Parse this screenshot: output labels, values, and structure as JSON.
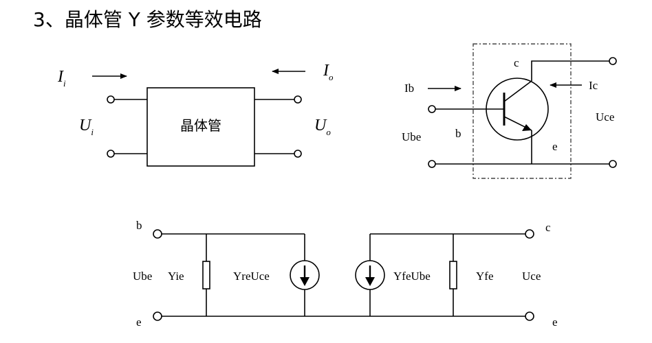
{
  "title": "3、晶体管 Y 参数等效电路",
  "block_diagram": {
    "box_label": "晶体管",
    "ii_main": "I",
    "ii_sub": "i",
    "io_main": "I",
    "io_sub": "o",
    "ui_main": "U",
    "ui_sub": "i",
    "uo_main": "U",
    "uo_sub": "o"
  },
  "transistor_diagram": {
    "ib_label": "Ib",
    "ic_label": "Ic",
    "ube_label": "Ube",
    "uce_label": "Uce",
    "b_label": "b",
    "c_label": "c",
    "e_label": "e"
  },
  "equivalent_circuit": {
    "b_label": "b",
    "e_left_label": "e",
    "c_label": "c",
    "e_right_label": "e",
    "ube_label": "Ube",
    "yie_label": "Yie",
    "yre_source_label": "YreUce",
    "yfe_source_label": "YfeUbe",
    "yfe_label": "Yfe",
    "uce_label": "Uce"
  }
}
